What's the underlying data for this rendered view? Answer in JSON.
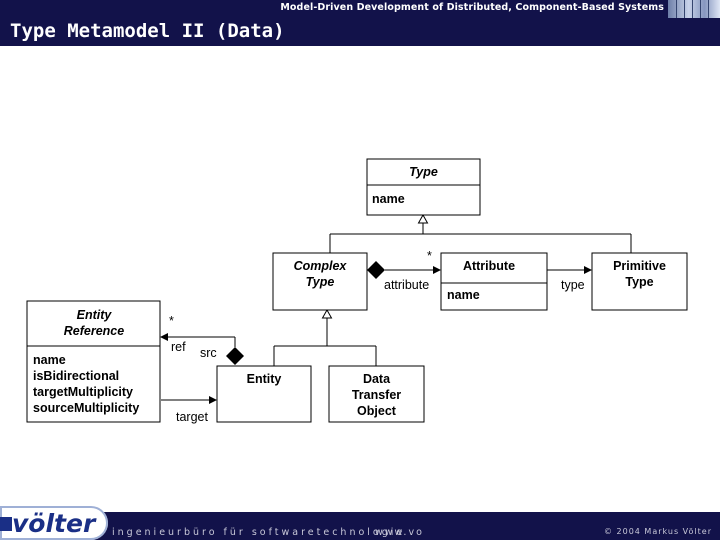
{
  "header": {
    "subtitle": "Model-Driven Development of Distributed, Component-Based Systems",
    "title": "Type Metamodel II (Data)"
  },
  "diagram": {
    "classes": {
      "type": {
        "name": "Type",
        "attributes": [
          "name"
        ]
      },
      "complex_type": {
        "name_lines": [
          "Complex",
          "Type"
        ]
      },
      "attribute": {
        "name": "Attribute",
        "attributes": [
          "name"
        ]
      },
      "primitive_type": {
        "name_lines": [
          "Primitive",
          "Type"
        ]
      },
      "entity_reference": {
        "name_lines": [
          "Entity",
          "Reference"
        ],
        "attributes": [
          "name",
          "isBidirectional",
          "targetMultiplicity",
          "sourceMultiplicity"
        ]
      },
      "entity": {
        "name": "Entity"
      },
      "dto": {
        "name_lines": [
          "Data",
          "Transfer",
          "Object"
        ]
      }
    },
    "labels": {
      "attribute_role": "attribute",
      "attribute_mult": "*",
      "type_role": "type",
      "ref_role": "ref",
      "ref_mult": "*",
      "src_role": "src",
      "target_role": "target"
    }
  },
  "footer": {
    "logo": "völter",
    "tagline": "ingenieurbüro für softwaretechnologie",
    "url": "www.vo",
    "copyright": "© 2004  Markus Völter"
  }
}
